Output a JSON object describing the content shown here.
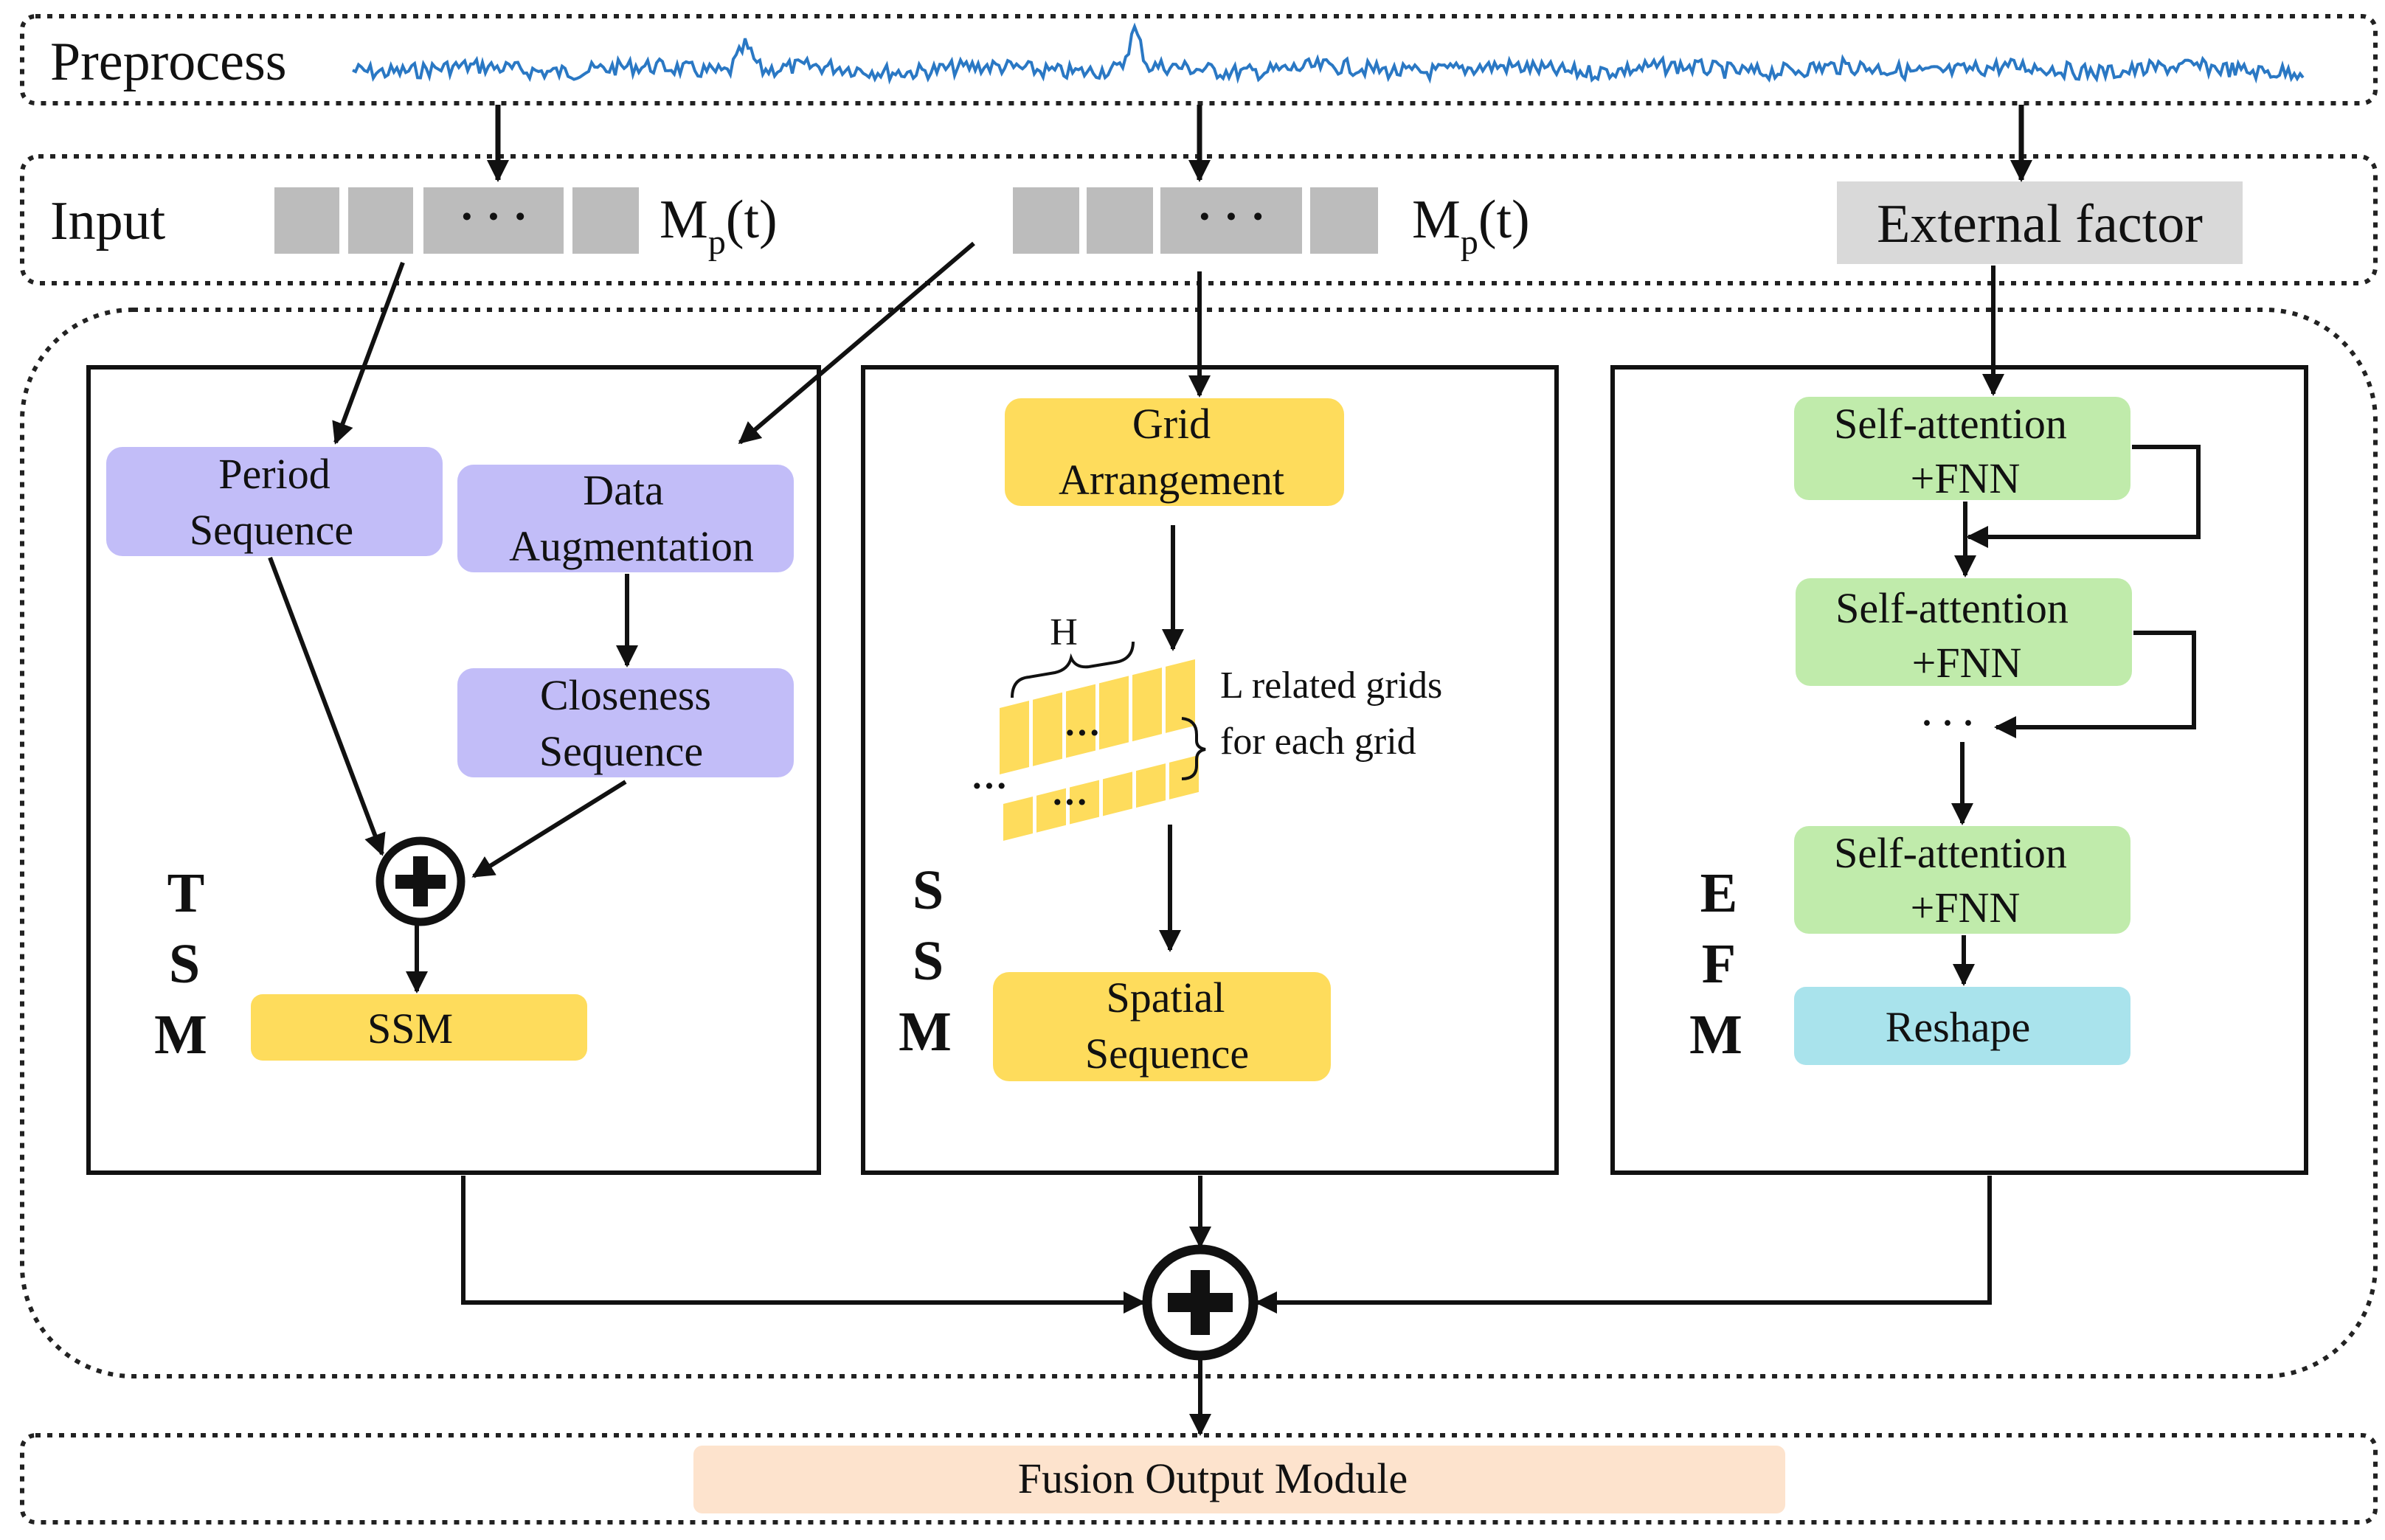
{
  "preprocess": {
    "label": "Preprocess"
  },
  "input": {
    "label": "Input",
    "seq_dots": "· · ·",
    "seq_label_main": "M",
    "seq_label_sub": "p",
    "seq_label_tail": "(t)",
    "external_factor": "External factor"
  },
  "tsm": {
    "letters": [
      "T",
      "S",
      "M"
    ],
    "period_sequence": [
      "Period",
      "Sequence"
    ],
    "data_augmentation": [
      "Data",
      "Augmentation"
    ],
    "closeness_sequence": [
      "Closeness",
      "Sequence"
    ],
    "ssm": "SSM"
  },
  "ssm": {
    "letters": [
      "S",
      "S",
      "M"
    ],
    "grid_arrangement": [
      "Grid",
      "Arrangement"
    ],
    "h_label": "H",
    "grid_dots": "···",
    "related_grids": [
      "L related grids",
      "for each grid"
    ],
    "spatial_sequence": [
      "Spatial",
      "Sequence"
    ]
  },
  "efm": {
    "letters": [
      "E",
      "F",
      "M"
    ],
    "self_attention_blocks": [
      [
        "Self-attention",
        "+FNN"
      ],
      [
        "Self-attention",
        "+FNN"
      ],
      [
        "Self-attention",
        "+FNN"
      ]
    ],
    "dots": "· · ·",
    "reshape": "Reshape"
  },
  "output": {
    "label": "Fusion Output Module"
  },
  "colors": {
    "purple": "#c2bdf8",
    "yellow": "#fedc5c",
    "green": "#c0ebab",
    "cyan": "#a9e3ec",
    "peach": "#fde3cd",
    "gray": "#bcbcbc",
    "light_gray": "#d9d9d9",
    "signal_blue": "#2a78c4"
  }
}
